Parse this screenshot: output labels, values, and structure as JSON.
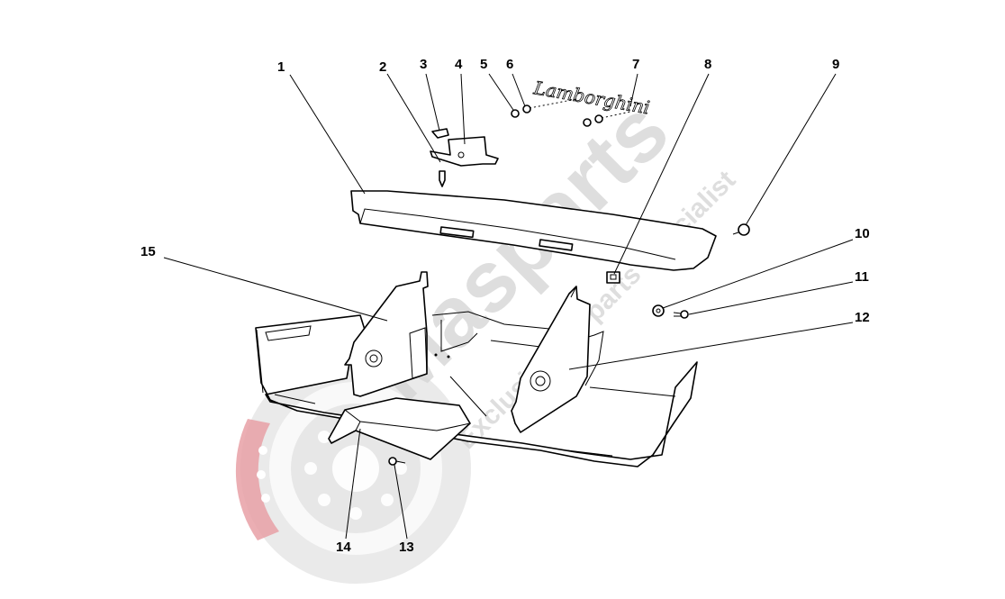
{
  "watermark": {
    "brand": "Masparts",
    "tagline": "Exclusive car parts Specialist",
    "colors": {
      "gray": "#d4d4d4",
      "red": "#e8a0a6"
    }
  },
  "badge_script": "Lamborghini",
  "labels": [
    "1",
    "2",
    "3",
    "4",
    "5",
    "6",
    "7",
    "8",
    "9",
    "10",
    "11",
    "12",
    "13",
    "14",
    "15"
  ]
}
